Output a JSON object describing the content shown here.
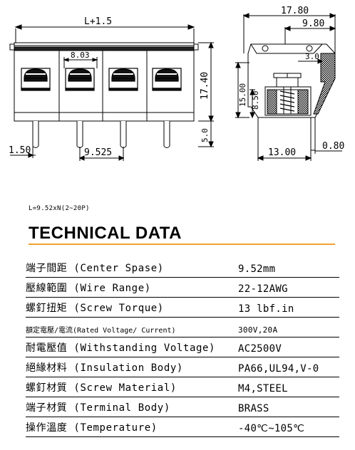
{
  "drawing": {
    "front_view": {
      "overall_length": "L+1.5",
      "pitch_inner": "8.03",
      "height": "17.40",
      "pin_length": "5.0",
      "pin_offset": "1.50",
      "pitch": "9.525"
    },
    "side_view": {
      "depth": "17.80",
      "top_depth": "9.80",
      "step": "3.0",
      "height": "15.00",
      "inner_height": "8.50",
      "base_width": "13.00",
      "pin_thickness": "0.80"
    }
  },
  "formula": "L=9.52xN(2~20P)",
  "title": "TECHNICAL DATA",
  "accent_color": "#f0a030",
  "specs": [
    {
      "label": "端子間距 (Center Spase)",
      "value": "9.52mm"
    },
    {
      "label": "壓線範圍 (Wire Range)",
      "value": "22-12AWG"
    },
    {
      "label": "螺釘扭矩 (Screw Torque)",
      "value": "13 lbf.in"
    },
    {
      "label": "額定電壓/電流(Rated Voltage/ Current)",
      "value": "300V,20A"
    },
    {
      "label": "耐電壓值 (Withstanding Voltage)",
      "value": "AC2500V"
    },
    {
      "label": "絕緣材料 (Insulation Body)",
      "value": "PA66,UL94,V-0"
    },
    {
      "label": "螺釘材質 (Screw Material)",
      "value": "M4,STEEL"
    },
    {
      "label": "端子材質 (Terminal Body)",
      "value": "BRASS"
    },
    {
      "label": "操作溫度 (Temperature)",
      "value": "-40℃~105℃"
    }
  ]
}
